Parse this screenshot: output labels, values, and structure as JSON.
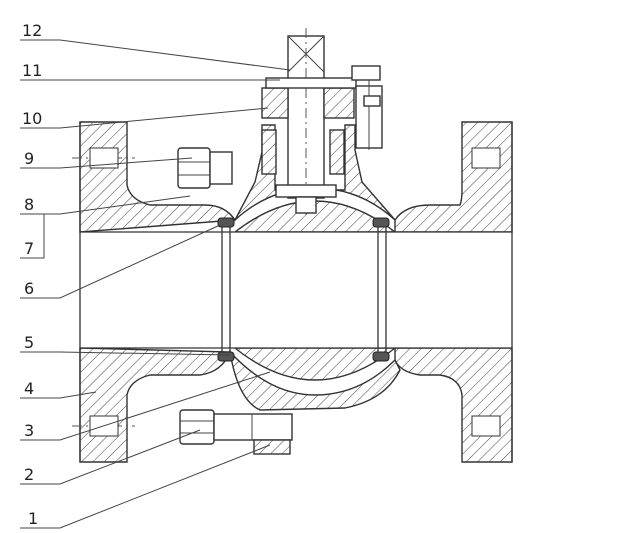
{
  "callouts": [
    {
      "id": "12",
      "label": "12"
    },
    {
      "id": "11",
      "label": "11"
    },
    {
      "id": "10",
      "label": "10"
    },
    {
      "id": "9",
      "label": "9"
    },
    {
      "id": "8",
      "label": "8"
    },
    {
      "id": "7",
      "label": "7"
    },
    {
      "id": "6",
      "label": "6"
    },
    {
      "id": "5",
      "label": "5"
    },
    {
      "id": "4",
      "label": "4"
    },
    {
      "id": "3",
      "label": "3"
    },
    {
      "id": "2",
      "label": "2"
    },
    {
      "id": "1",
      "label": "1"
    }
  ],
  "colors": {
    "line": "#333333",
    "background": "#ffffff",
    "seat": "#555555"
  }
}
